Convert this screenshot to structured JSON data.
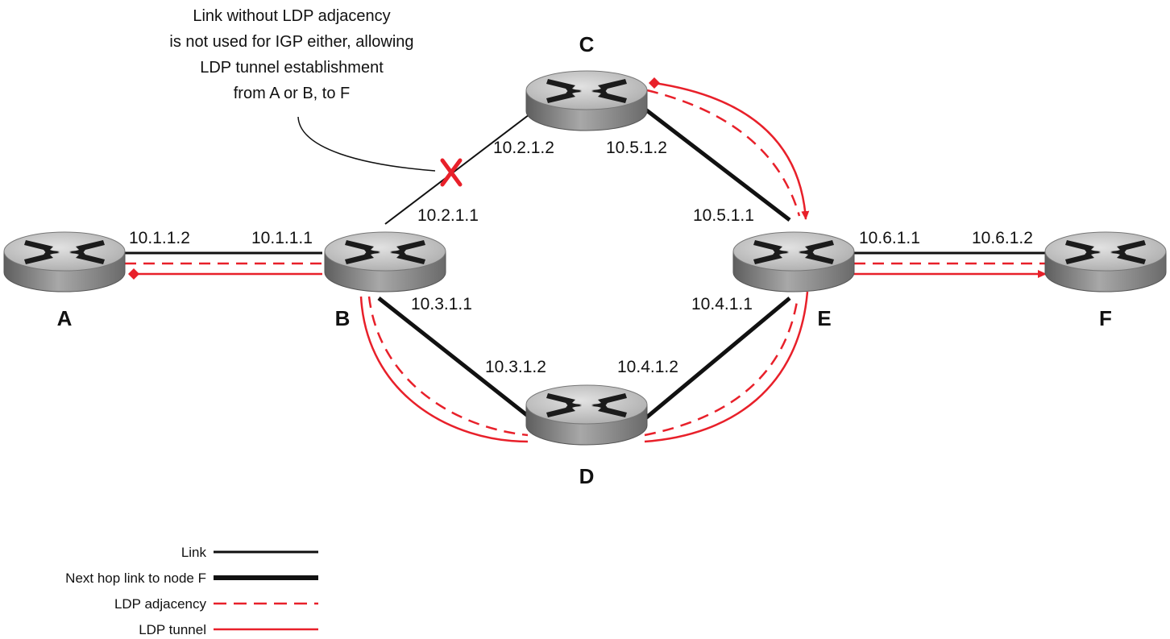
{
  "annotation": {
    "lines": [
      "Link without LDP adjacency",
      "is not used for IGP either, allowing",
      "LDP tunnel establishment",
      "from A or B, to F"
    ]
  },
  "nodes": {
    "A": "A",
    "B": "B",
    "C": "C",
    "D": "D",
    "E": "E",
    "F": "F"
  },
  "interfaces": {
    "a_b_a": "10.1.1.2",
    "a_b_b": "10.1.1.1",
    "b_c_b": "10.2.1.1",
    "b_c_c": "10.2.1.2",
    "c_e_c": "10.5.1.2",
    "c_e_e": "10.5.1.1",
    "b_d_b": "10.3.1.1",
    "b_d_d": "10.3.1.2",
    "d_e_d": "10.4.1.2",
    "d_e_e": "10.4.1.1",
    "e_f_e": "10.6.1.1",
    "e_f_f": "10.6.1.2"
  },
  "legend": {
    "link": "Link",
    "next_hop": "Next hop link to node F",
    "ldp_adjacency": "LDP adjacency",
    "ldp_tunnel": "LDP tunnel"
  },
  "colors": {
    "link": "#111111",
    "ldp": "#e8202a",
    "router_body": "#8a8a8a",
    "router_top": "#c4c4c4"
  }
}
